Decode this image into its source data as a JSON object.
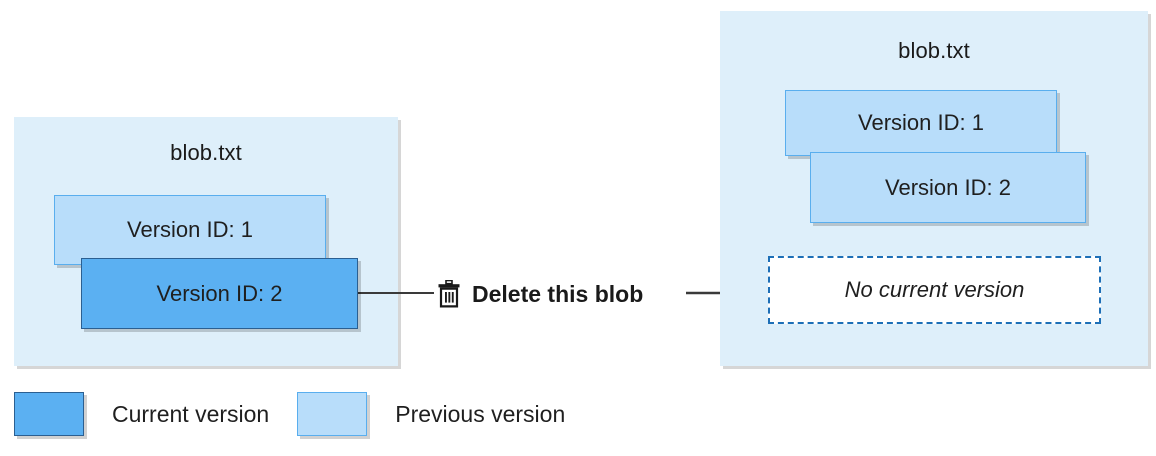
{
  "diagram": {
    "title_hidden": "",
    "before": {
      "blob_name": "blob.txt",
      "versions": [
        {
          "label": "Version ID: 1",
          "state": "previous"
        },
        {
          "label": "Version ID: 2",
          "state": "current"
        }
      ]
    },
    "after": {
      "blob_name": "blob.txt",
      "versions": [
        {
          "label": "Version ID: 1",
          "state": "previous"
        },
        {
          "label": "Version ID: 2",
          "state": "previous"
        }
      ],
      "no_current_version_label": "No current version"
    },
    "transition": {
      "icon": "trash-icon",
      "label": "Delete this blob"
    },
    "legend": [
      {
        "key": "current",
        "label": "Current version",
        "color": "#5BB0F2"
      },
      {
        "key": "previous",
        "label": "Previous version",
        "color": "#B8DDFA"
      }
    ],
    "colors": {
      "panel_background": "#DEEFFA",
      "current_version_fill": "#5BB0F2",
      "current_version_border": "#2B5F91",
      "previous_version_fill": "#B8DDFA",
      "previous_version_border": "#59AEEE",
      "dashed_border": "#1D6FB7",
      "connector": "#3A3A3A",
      "text": "#1F1F1F"
    }
  }
}
